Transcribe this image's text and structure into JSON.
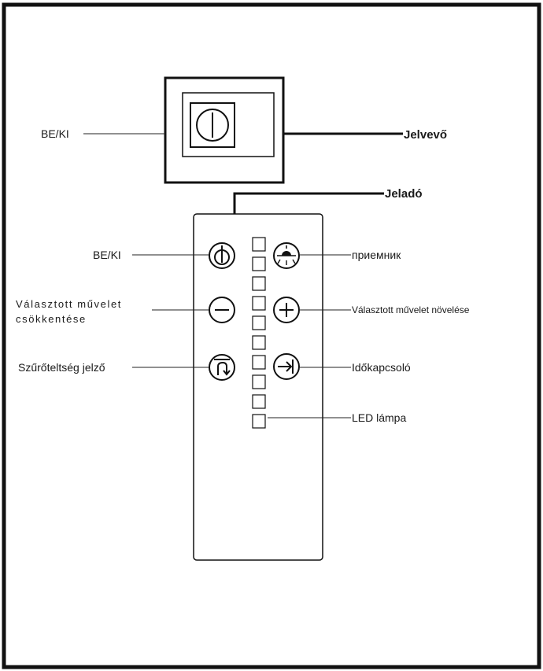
{
  "labels": {
    "receiver_onoff": "BE/KI",
    "receiver_name": "Jelvevő",
    "transmitter_name": "Jeladó",
    "remote_onoff": "BE/KI",
    "receiver_btn": "приемник",
    "decrease_line1": "Választott művelet",
    "decrease_line2": "csökkentése",
    "increase": "Választott művelet növelése",
    "filter": "Szűrőteltség jelző",
    "timer": "Időkapcsoló",
    "led": "LED lámpa"
  },
  "colors": {
    "ink": "#111111",
    "paper": "#ffffff"
  },
  "icons": {
    "receiver_switch": "power-switch-icon",
    "power": "power-icon",
    "light": "light-icon",
    "minus": "minus-icon",
    "plus": "plus-icon",
    "filter": "filter-indicator-icon",
    "timer": "timer-icon"
  },
  "led_indicator_count": 10
}
